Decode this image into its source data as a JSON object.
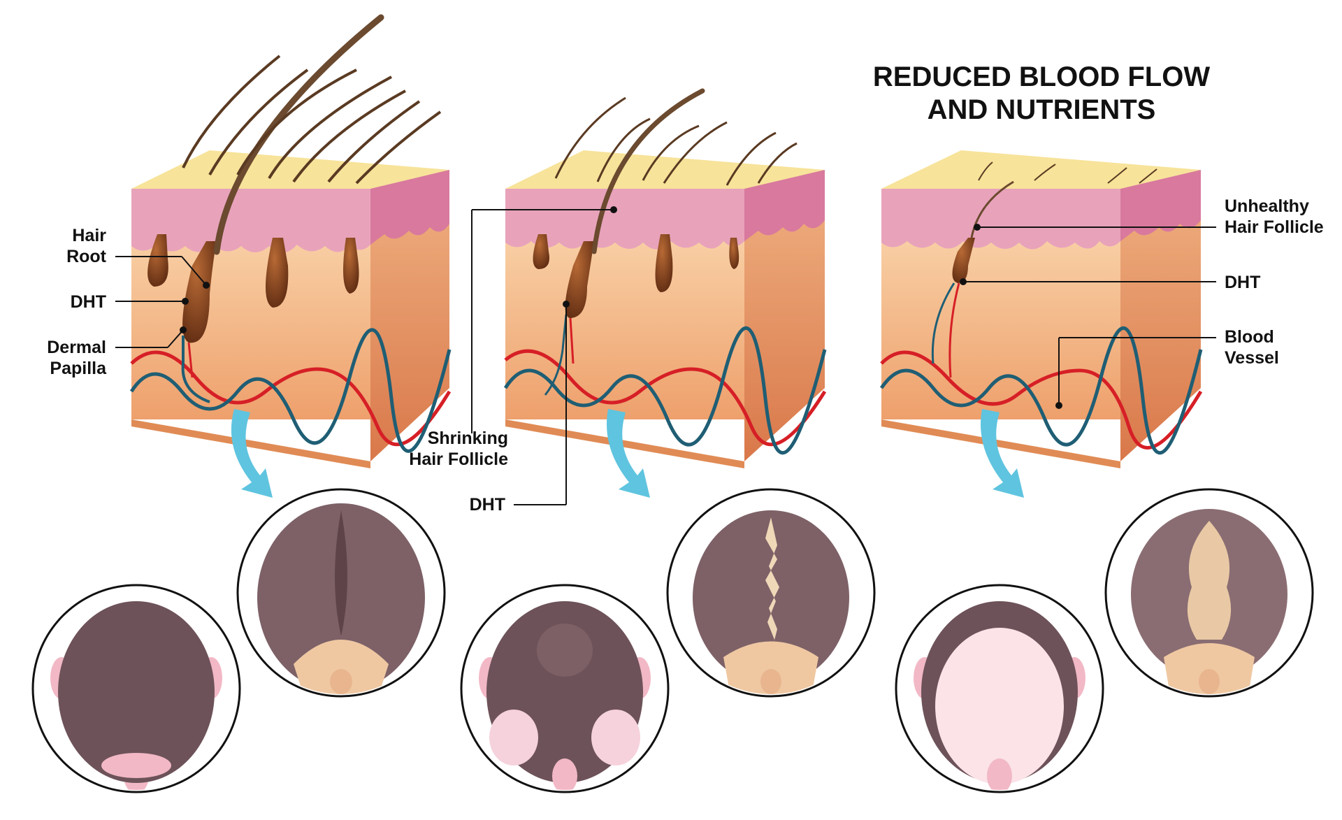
{
  "title": {
    "line1": "REDUCED BLOOD FLOW",
    "line2": "AND NUTRIENTS"
  },
  "stages": [
    {
      "labels": {
        "hair_root_1": "Hair",
        "hair_root_2": "Root",
        "dht": "DHT",
        "dermal_papilla_1": "Dermal",
        "dermal_papilla_2": "Papilla"
      }
    },
    {
      "labels": {
        "shrinking_1": "Shrinking",
        "shrinking_2": "Hair Follicle",
        "dht": "DHT"
      }
    },
    {
      "labels": {
        "unhealthy_1": "Unhealthy",
        "unhealthy_2": "Hair Follicle",
        "dht": "DHT",
        "blood_vessel_1": "Blood",
        "blood_vessel_2": "Vessel"
      }
    }
  ],
  "colors": {
    "epidermis_top": "#f7e39a",
    "skin_pink": "#e8a3bb",
    "skin_pink_dark": "#d9799e",
    "dermis_light": "#f6caa0",
    "dermis_dark": "#e9925c",
    "follicle": "#7a3a18",
    "hair": "#5a3a22",
    "artery": "#d61f26",
    "vein": "#1f5e74",
    "arrow": "#5fc4df",
    "scalp_hair": "#6d5259",
    "scalp_skin": "#efc8a2",
    "scalp_bald": "#fbe3e8"
  }
}
